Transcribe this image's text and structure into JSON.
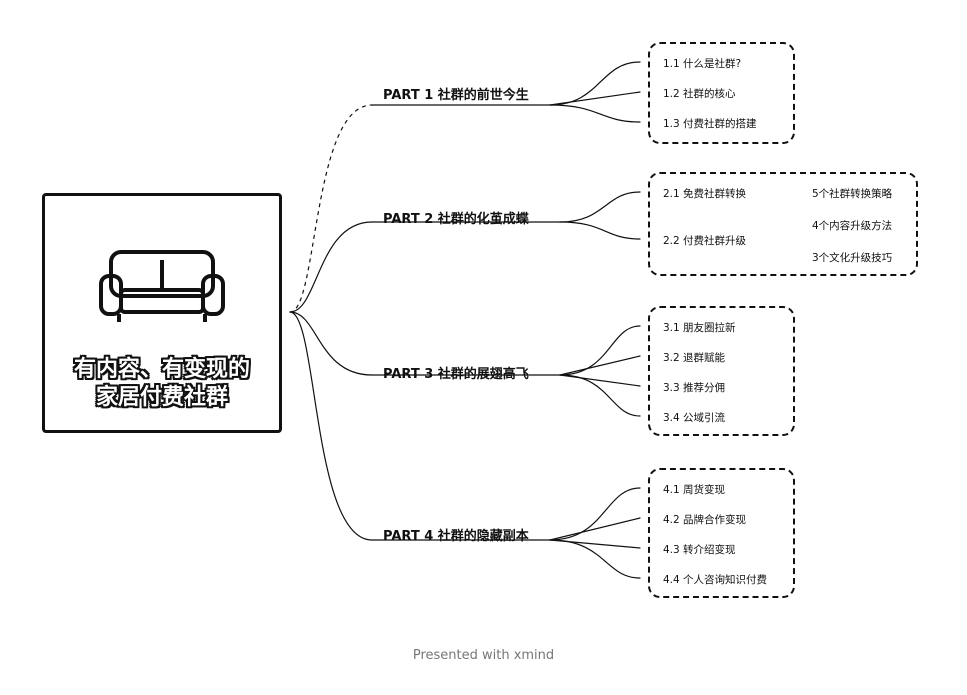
{
  "root": {
    "title_line1": "有内容、有变现的",
    "title_line2": "家居付费社群",
    "icon": "sofa-icon"
  },
  "parts": [
    {
      "label": "PART 1  社群的前世今生",
      "items": [
        "1.1 什么是社群?",
        "1.2  社群的核心",
        "1.3  付费社群的搭建"
      ]
    },
    {
      "label": "PART 2 社群的化茧成蝶",
      "items": [
        "2.1 免费社群转换",
        "2.2 付费社群升级"
      ],
      "sub_1": [
        "5个社群转换策略"
      ],
      "sub_2": [
        "4个内容升级方法",
        "3个文化升级技巧"
      ]
    },
    {
      "label": "PART 3 社群的展翅高飞",
      "items": [
        "3.1 朋友圈拉新",
        "3.2 退群赋能",
        "3.3 推荐分佣",
        "3.4 公域引流"
      ]
    },
    {
      "label": "PART 4 社群的隐藏副本",
      "items": [
        "4.1  周货变现",
        "4.2 品牌合作变现",
        "4.3 转介绍变现",
        "4.4 个人咨询知识付费"
      ]
    }
  ],
  "footer": "Presented with xmind",
  "colors": {
    "line": "#111111",
    "background": "#ffffff",
    "footer": "#777777"
  }
}
